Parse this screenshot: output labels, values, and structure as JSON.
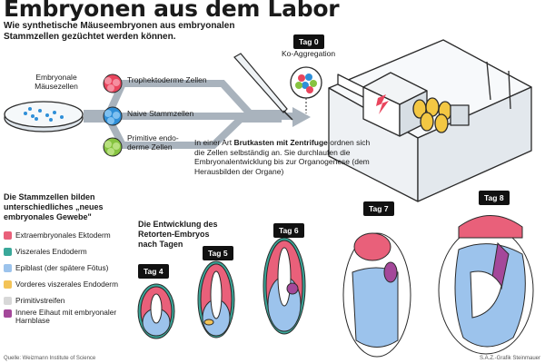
{
  "title": "Embryonen aus dem Labor",
  "subtitle": "Wie synthetische Mäuseembryonen aus embryonalen Stammzellen gezüchtet werden können.",
  "cells_label": "Embryonale Mäusezellen",
  "paths": [
    {
      "label": "Trophektoderme Zellen",
      "color": "#e9455d"
    },
    {
      "label": "Naive Stammzellen",
      "color": "#2f8fd8"
    },
    {
      "label": "Primitive endo-derme Zellen",
      "color": "#86c340"
    }
  ],
  "tag0": {
    "label": "Tag 0",
    "caption": "Ko-Aggregation"
  },
  "incubator_text": {
    "pre": "In einer Art ",
    "bold": "Brutkasten mit Zentrifuge",
    "post": " ordnen sich die Zellen selbständig an. Sie durchlaufen die Embryonalentwicklung bis zur Organogenese (dem Herausbilden der Organe)"
  },
  "legend_title": "Die Stammzellen bilden unterschiedliches „neues embryonales Gewebe\"",
  "legend": [
    {
      "label": "Extraembryonales Ektoderm",
      "color": "#e9607a"
    },
    {
      "label": "Viszerales Endoderm",
      "color": "#3aa89a"
    },
    {
      "label": "Epiblast (der spätere Fötus)",
      "color": "#9cc3ec"
    },
    {
      "label": "Vorderes viszerales Endoderm",
      "color": "#f3c357"
    },
    {
      "label": "Primitivstreifen",
      "color": "#d8d8d8"
    },
    {
      "label": "Innere Eihaut mit embryonaler Harnblase",
      "color": "#a4489a"
    }
  ],
  "development_title": "Die Entwicklung des Retorten-Embryos nach Tagen",
  "days": [
    "Tag 4",
    "Tag 5",
    "Tag 6",
    "Tag 7",
    "Tag 8"
  ],
  "source": "Quelle: Weizmann Institute of Science",
  "credit": "S.A.Z.-Grafik Steinmauer",
  "colors": {
    "arrow": "#a9b3bd",
    "box": "#eef1f4",
    "outline": "#2a2a2a"
  }
}
